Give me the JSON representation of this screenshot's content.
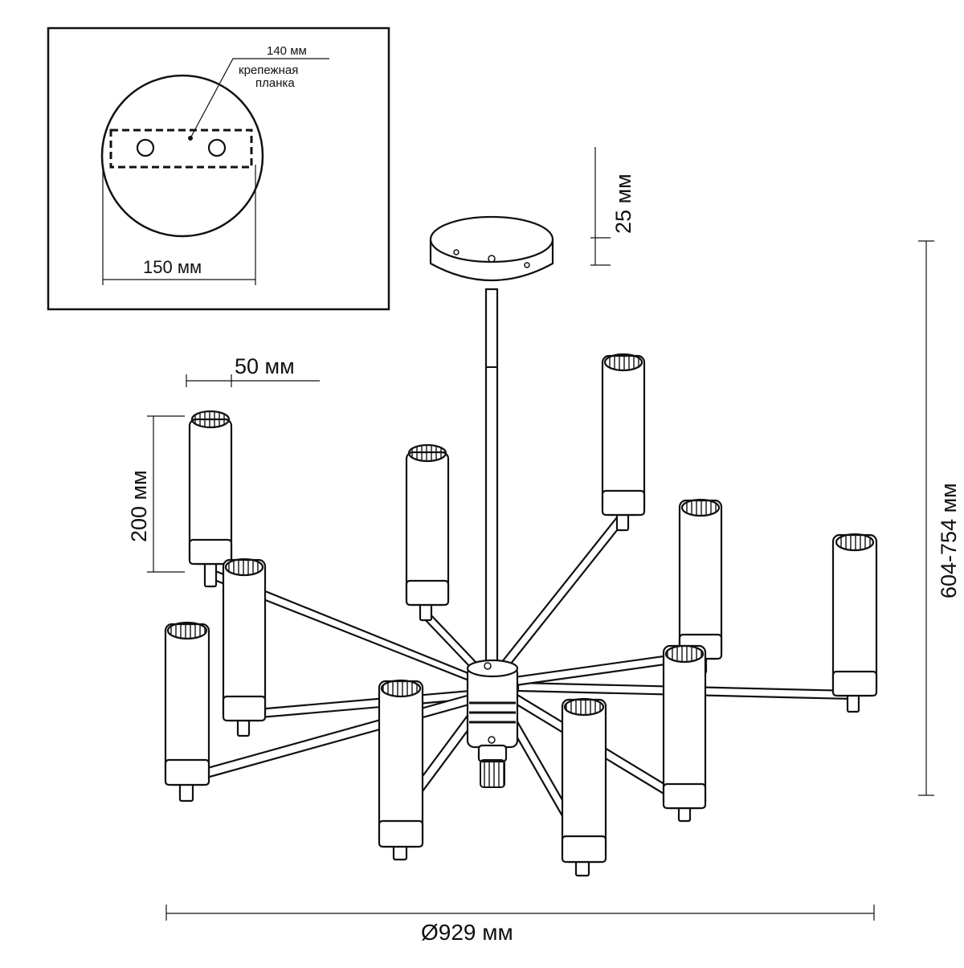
{
  "inset": {
    "dim_top": "140 мм",
    "note_line1": "крепежная",
    "note_line2": "планка",
    "dim_bottom": "150 мм"
  },
  "dimensions": {
    "canopy_height": "25 мм",
    "shade_diameter": "50 мм",
    "shade_height": "200 мм",
    "total_height": "604-754 мм",
    "total_diameter": "Ø929 мм"
  }
}
